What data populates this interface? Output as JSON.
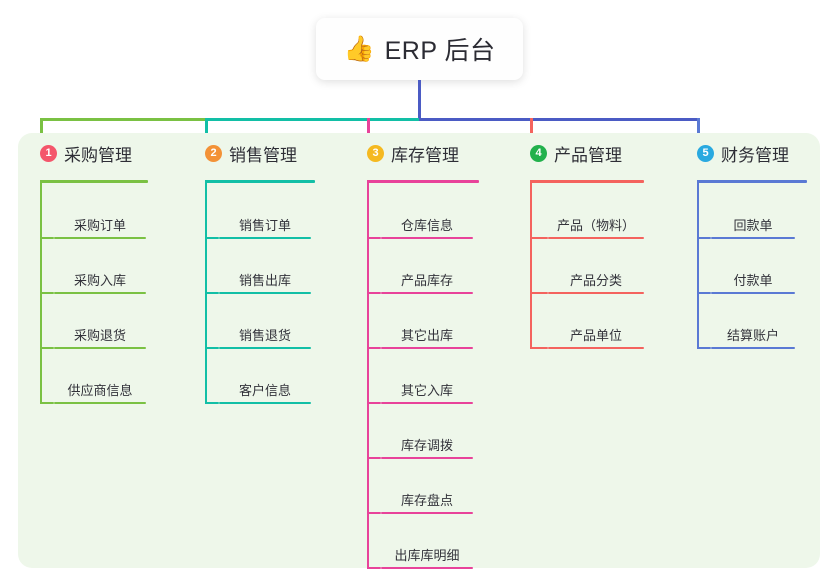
{
  "root": {
    "icon": "thumbs-up-emoji",
    "emoji": "👍",
    "title": "ERP 后台"
  },
  "palette": {
    "page_background": "#ffffff",
    "panel_background": "#eef7ea",
    "root_card_background": "#fefefe",
    "root_bus": "#4b5bc4",
    "text_primary": "#2e2e36",
    "text_leaf": "#33333b"
  },
  "columns": [
    {
      "number": "1",
      "badge_color": "#f4566b",
      "line_color": "#7ac143",
      "title": "采购管理",
      "items": [
        {
          "label": "采购订单"
        },
        {
          "label": "采购入库"
        },
        {
          "label": "采购退货"
        },
        {
          "label": "供应商信息"
        }
      ]
    },
    {
      "number": "2",
      "badge_color": "#f39237",
      "line_color": "#12bfa6",
      "title": "销售管理",
      "items": [
        {
          "label": "销售订单"
        },
        {
          "label": "销售出库"
        },
        {
          "label": "销售退货"
        },
        {
          "label": "客户信息"
        }
      ]
    },
    {
      "number": "3",
      "badge_color": "#f5b920",
      "line_color": "#e8439a",
      "title": "库存管理",
      "items": [
        {
          "label": "仓库信息"
        },
        {
          "label": "产品库存"
        },
        {
          "label": "其它出库"
        },
        {
          "label": "其它入库"
        },
        {
          "label": "库存调拨"
        },
        {
          "label": "库存盘点"
        },
        {
          "label": "出库库明细"
        }
      ]
    },
    {
      "number": "4",
      "badge_color": "#22b14c",
      "line_color": "#f4635e",
      "title": "产品管理",
      "items": [
        {
          "label": "产品（物料）"
        },
        {
          "label": "产品分类"
        },
        {
          "label": "产品单位"
        }
      ]
    },
    {
      "number": "5",
      "badge_color": "#29a9e0",
      "line_color": "#5a79d4",
      "title": "财务管理",
      "items": [
        {
          "label": "回款单"
        },
        {
          "label": "付款单"
        },
        {
          "label": "结算账户"
        }
      ]
    }
  ]
}
